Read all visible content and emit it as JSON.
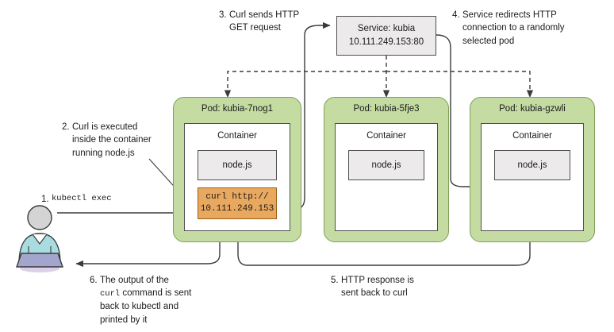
{
  "diagram": {
    "title": "kubectl exec curl through service to pods",
    "colors": {
      "pod_fill": "#c4dca2",
      "pod_stroke": "#7f9e58",
      "box_fill": "#eceaea",
      "box_stroke": "#4f4f4f",
      "curl_fill": "#e8a85f",
      "curl_stroke": "#9c5f13",
      "person_head": "#d4d4d4",
      "person_shirt": "#a8dce0",
      "person_laptop": "#a3a5cd",
      "arrow": "#3b3b3b"
    }
  },
  "service": {
    "name": "Service: kubia",
    "address": "10.111.249.153:80"
  },
  "pods": [
    {
      "title": "Pod: kubia-7nog1",
      "container_label": "Container",
      "nodejs_label": "node.js",
      "curl_line1": "curl http://",
      "curl_line2": "10.111.249.153"
    },
    {
      "title": "Pod: kubia-5fje3",
      "container_label": "Container",
      "nodejs_label": "node.js"
    },
    {
      "title": "Pod: kubia-gzwli",
      "container_label": "Container",
      "nodejs_label": "node.js"
    }
  ],
  "steps": {
    "one": {
      "num": "1.",
      "command": "kubectl exec"
    },
    "two": {
      "num": "2.",
      "line1": "Curl is executed",
      "line2": "inside the container",
      "line3": "running node.js"
    },
    "three": {
      "num": "3.",
      "line1": "Curl sends HTTP",
      "line2": "GET request"
    },
    "four": {
      "num": "4.",
      "line1": "Service redirects HTTP",
      "line2": "connection to a randomly",
      "line3": "selected pod"
    },
    "five": {
      "num": "5.",
      "line1": "HTTP response is",
      "line2": "sent back to curl"
    },
    "six": {
      "num": "6.",
      "line1": "The output of the",
      "line2_mono": "curl",
      "line2_rest": " command is sent",
      "line3": "back to kubectl and",
      "line4": "printed by it"
    }
  }
}
